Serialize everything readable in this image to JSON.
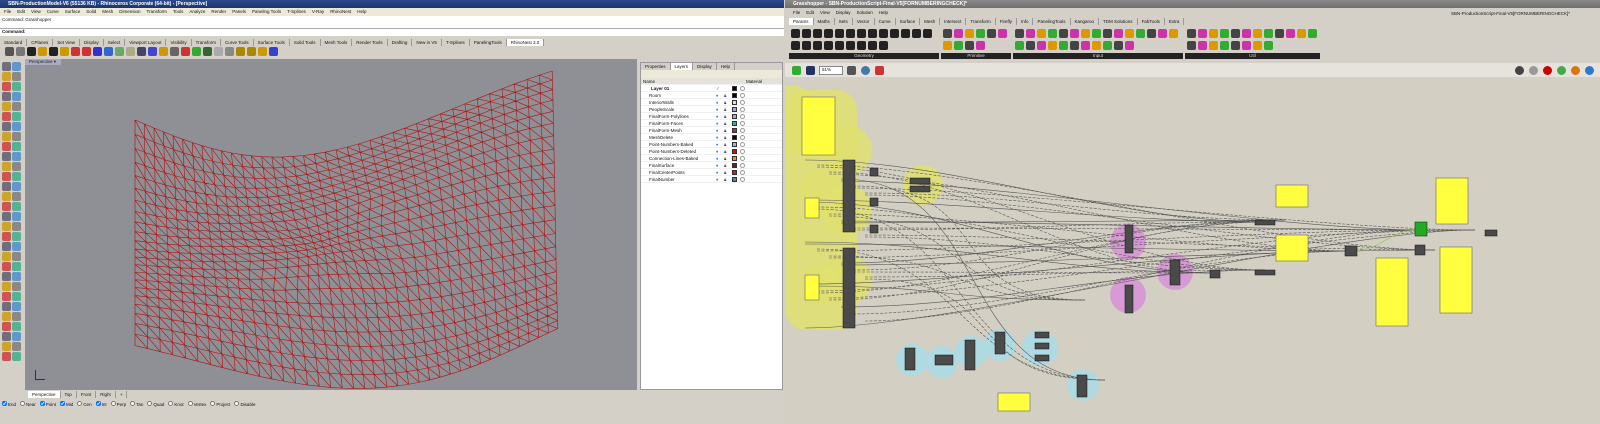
{
  "rhino": {
    "title": "SBN-ProductionModel-V6 (55136 KB) - Rhinoceros Corporate (64-bit) - [Perspective]",
    "menu": [
      "File",
      "Edit",
      "View",
      "Curve",
      "Surface",
      "Solid",
      "Mesh",
      "Dimension",
      "Transform",
      "Tools",
      "Analyze",
      "Render",
      "Panels",
      "Paneling Tools",
      "T-Splines",
      "V-Ray",
      "RhinoNest",
      "Help"
    ],
    "command_history": "Command: Grasshopper",
    "command_prompt": "Command:",
    "toolbar_tabs": [
      "Standard",
      "CPlanes",
      "Set View",
      "Display",
      "Select",
      "Viewport Layout",
      "Visibility",
      "Transform",
      "Curve Tools",
      "Surface Tools",
      "Solid Tools",
      "Mesh Tools",
      "Render Tools",
      "Drafting",
      "New in V5",
      "T-Splines",
      "PanelingTools",
      "RhinoNest 3.0"
    ],
    "active_toolbar_tab": "RhinoNest 3.0",
    "viewport_label": "Perspective",
    "viewport_tabs": [
      "Perspective",
      "Top",
      "Front",
      "Right",
      "+"
    ],
    "mesh_color": "#b01010",
    "viewport_bg": "#8e9095",
    "osnaps": [
      {
        "label": "End",
        "checked": true
      },
      {
        "label": "Near",
        "checked": false
      },
      {
        "label": "Point",
        "checked": true
      },
      {
        "label": "Mid",
        "checked": true
      },
      {
        "label": "Cen",
        "checked": false
      },
      {
        "label": "Int",
        "checked": true
      },
      {
        "label": "Perp",
        "checked": false
      },
      {
        "label": "Tan",
        "checked": false
      },
      {
        "label": "Quad",
        "checked": false
      },
      {
        "label": "Knot",
        "checked": false
      },
      {
        "label": "Vertex",
        "checked": false
      },
      {
        "label": "Project",
        "checked": false
      },
      {
        "label": "Disable",
        "checked": false
      }
    ]
  },
  "layers_panel": {
    "tabs": [
      "Properties",
      "Layers",
      "Display",
      "Help"
    ],
    "active_tab": "Layers",
    "columns": [
      "Name",
      "Material"
    ],
    "layers": [
      {
        "name": "Layer 01",
        "color": "#000000",
        "current": true
      },
      {
        "name": "Room",
        "color": "#000000",
        "expand": "⊞"
      },
      {
        "name": "InteriorWalls",
        "color": "#dddddd"
      },
      {
        "name": "PeopleScale",
        "color": "#b0a0e0"
      },
      {
        "name": "FinalForm-Polylines",
        "color": "#b0a0e0"
      },
      {
        "name": "FinalForm-Faces",
        "color": "#30b0a0"
      },
      {
        "name": "FinalForm-Mesh",
        "color": "#a03060"
      },
      {
        "name": "MeshDelete",
        "color": "#000000"
      },
      {
        "name": "Point-Numbers-Baked",
        "color": "#80c0d0"
      },
      {
        "name": "Point-Numbers-Deleted",
        "color": "#d01010"
      },
      {
        "name": "Connection-Lines-Baked",
        "color": "#e0a000"
      },
      {
        "name": "FinalSurface",
        "color": "#602040"
      },
      {
        "name": "FinalCenterPoints",
        "color": "#c02020"
      },
      {
        "name": "FinalNumber",
        "color": "#6080a0"
      }
    ]
  },
  "grasshopper": {
    "title": "Grasshopper - SBN-ProductionScript-Final-V5[FORNUMBERINGCHECK]*",
    "doc_name": "SBN-ProductionScript-Final-V5[FORNUMBERINGCHECK]*",
    "menu": [
      "File",
      "Edit",
      "View",
      "Display",
      "Solution",
      "Help"
    ],
    "tabs": [
      "Params",
      "Maths",
      "Sets",
      "Vector",
      "Curve",
      "Surface",
      "Mesh",
      "Intersect",
      "Transform",
      "Firefly",
      "Info",
      "PanelingTools",
      "Kangaroo",
      "TDM Solutions",
      "FabTools",
      "Extra"
    ],
    "active_tab": "Params",
    "panel_groups": [
      "Geometry",
      "Primitive",
      "Input",
      "Util"
    ],
    "zoom": "51%",
    "canvas_bg": "#d3cfc3",
    "group_colors": {
      "yellow": "#e0e070",
      "pink": "#d890d8",
      "cyan": "#a8dce8"
    }
  }
}
